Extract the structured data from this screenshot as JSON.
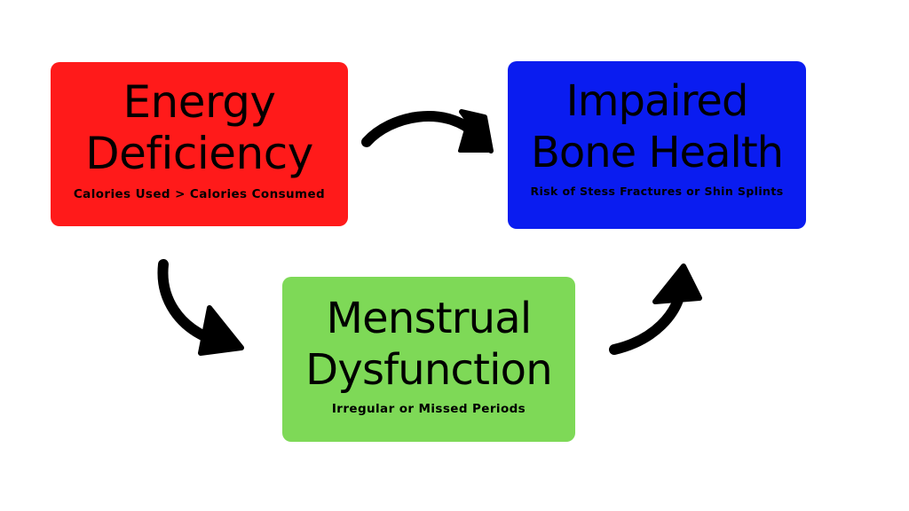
{
  "boxes": {
    "energy": {
      "title_line1": "Energy",
      "title_line2": "Deficiency",
      "subtitle": "Calories Used > Calories Consumed",
      "color": "#ff1a1a"
    },
    "bone": {
      "title_line1": "Impaired",
      "title_line2": "Bone Health",
      "subtitle": "Risk of Stess Fractures or Shin Splints",
      "color": "#0a1cf0"
    },
    "menstrual": {
      "title_line1": "Menstrual",
      "title_line2": "Dysfunction",
      "subtitle": "Irregular or Missed Periods",
      "color": "#7ed957"
    }
  },
  "arrows": {
    "color": "#000000"
  }
}
